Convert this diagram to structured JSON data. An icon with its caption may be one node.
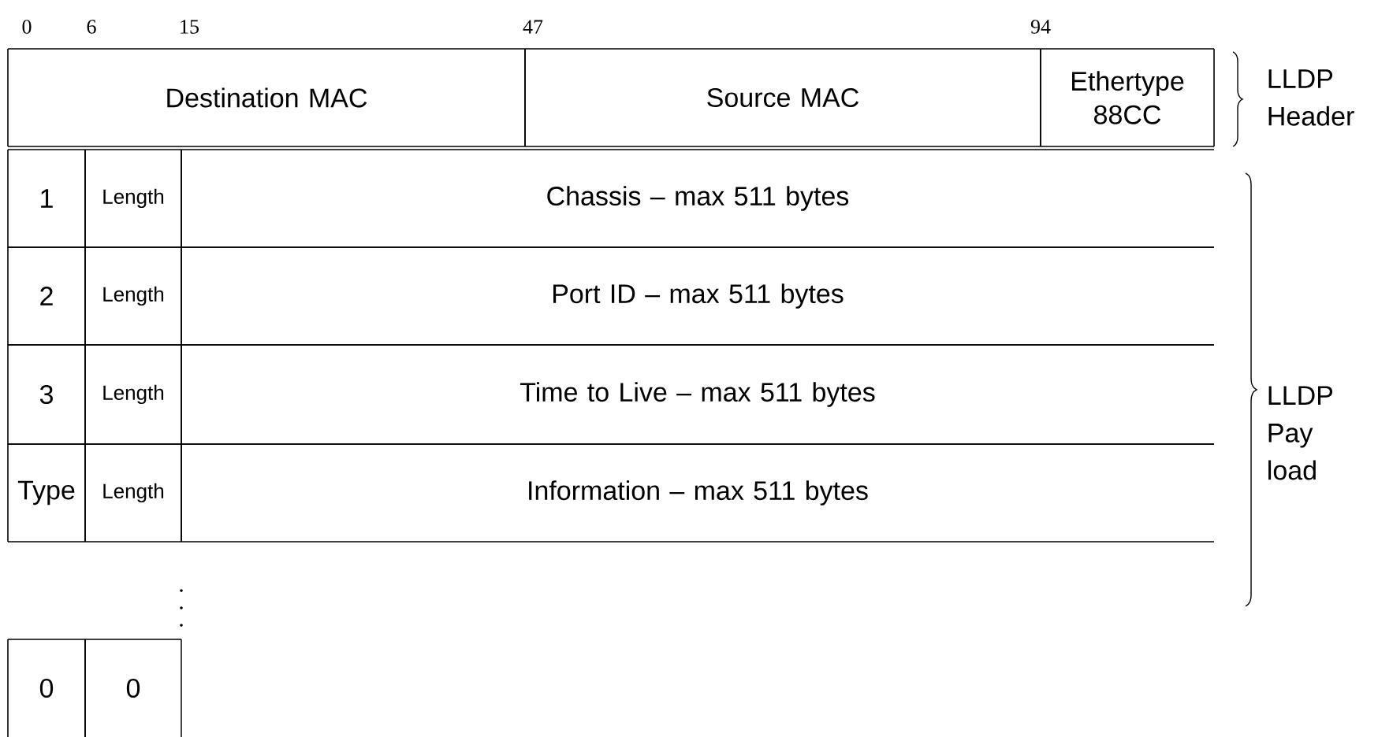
{
  "diagram": {
    "nodes": [
      {
        "text": [
          "Destination MAC"
        ]
      },
      {
        "text": [
          "Source MAC"
        ]
      },
      {
        "text": [
          "Ethertype 88CC"
        ]
      },
      {
        "text": [
          "1"
        ]
      },
      {
        "text": [
          "Length"
        ]
      },
      {
        "text": [
          "Chassis – max 511 bytes"
        ]
      },
      {
        "text": [
          "2"
        ]
      },
      {
        "text": [
          "Length"
        ]
      },
      {
        "text": [
          "Port ID – max 511 bytes"
        ]
      },
      {
        "text": [
          "3"
        ]
      },
      {
        "text": [
          "Length"
        ]
      },
      {
        "text": [
          "Time to Live – max 511 bytes"
        ]
      },
      {
        "text": [
          "Type"
        ]
      },
      {
        "text": [
          "Length"
        ]
      },
      {
        "text": [
          "Information – max 511 bytes"
        ]
      },
      {
        "text": [
          "0"
        ]
      },
      {
        "text": [
          "0"
        ]
      }
    ],
    "labels": [
      "0",
      "6",
      "15",
      "47",
      "94",
      "LLDP Header",
      "LLDP Pay load"
    ]
  }
}
